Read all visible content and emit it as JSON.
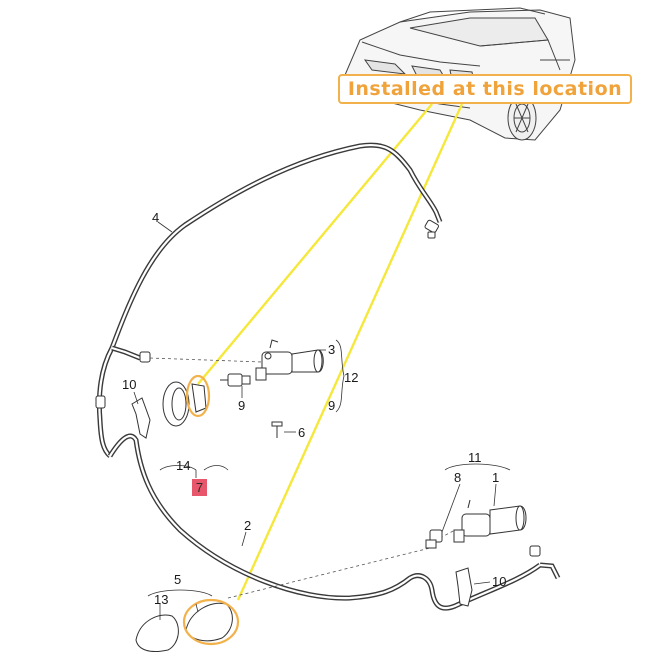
{
  "callout": {
    "text": "Installed at this location"
  },
  "labels": {
    "l4": "4",
    "l3": "3",
    "l12": "12",
    "l9a": "9",
    "l9b": "9",
    "l6": "6",
    "l10a": "10",
    "l14": "14",
    "l7": "7",
    "l11": "11",
    "l8": "8",
    "l1": "1",
    "l2": "2",
    "l10b": "10",
    "l5": "5",
    "l13": "13"
  },
  "colors": {
    "callout_border": "#f2b14a",
    "callout_text": "#f0a33a",
    "leader_line": "#f5e83a",
    "highlight_ring": "#f2b14a",
    "part7_badge": "#e8566b",
    "line_art": "#333333"
  }
}
